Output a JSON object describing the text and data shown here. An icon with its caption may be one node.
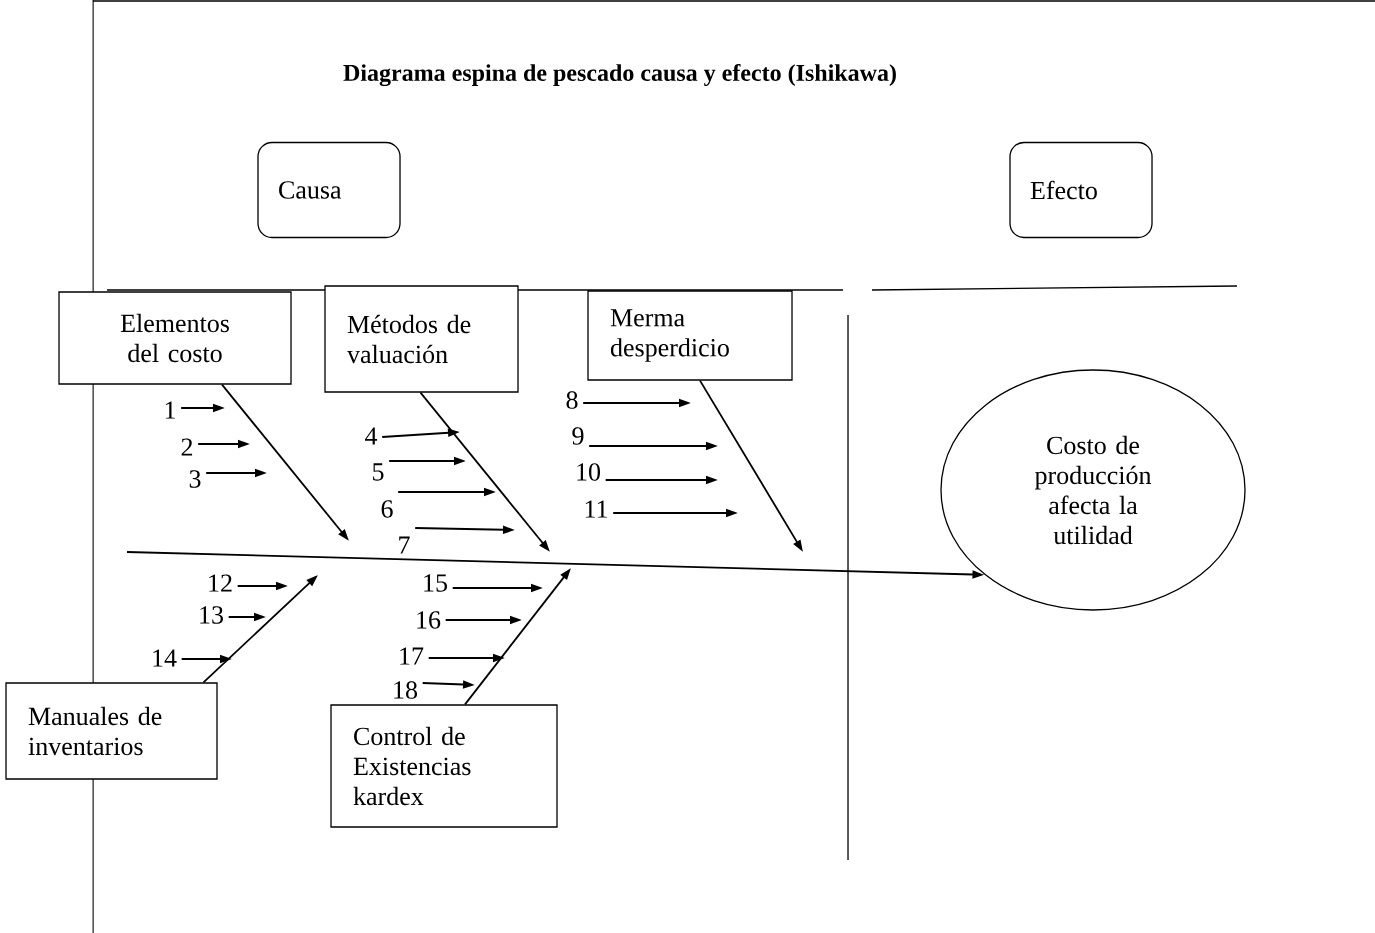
{
  "diagram": {
    "title": "Diagrama espina de pescado  causa y efecto (Ishikawa)",
    "nodes": [
      {
        "text": [
          "Causa"
        ]
      },
      {
        "text": [
          "Efecto"
        ]
      },
      {
        "text": [
          "Elementos del costo"
        ]
      },
      {
        "text": [
          "Métodos de valuación"
        ]
      },
      {
        "text": [
          "Merma desperdicio"
        ]
      },
      {
        "text": [
          "Costo de producción afecta la utilidad"
        ]
      },
      {
        "text": [
          "Manuales de inventarios"
        ]
      },
      {
        "text": [
          "Control de Existencias kardex"
        ]
      },
      {
        "text": [
          "1"
        ]
      },
      {
        "text": [
          "2"
        ]
      },
      {
        "text": [
          "3"
        ]
      },
      {
        "text": [
          "4"
        ]
      },
      {
        "text": [
          "5"
        ]
      },
      {
        "text": [
          "6"
        ]
      },
      {
        "text": [
          "7"
        ]
      },
      {
        "text": [
          "8"
        ]
      },
      {
        "text": [
          "9"
        ]
      },
      {
        "text": [
          "10"
        ]
      },
      {
        "text": [
          "11"
        ]
      },
      {
        "text": [
          "12"
        ]
      },
      {
        "text": [
          "13"
        ]
      },
      {
        "text": [
          "14"
        ]
      },
      {
        "text": [
          "15"
        ]
      },
      {
        "text": [
          "16"
        ]
      },
      {
        "text": [
          "17"
        ]
      },
      {
        "text": [
          "18"
        ]
      }
    ],
    "edges": [
      {
        "from": null,
        "to": 5,
        "arrow": "to"
      },
      {
        "from": 2,
        "to": null,
        "arrow": "to"
      },
      {
        "from": 3,
        "to": null,
        "arrow": "to"
      },
      {
        "from": 4,
        "to": null,
        "arrow": "to"
      },
      {
        "from": 6,
        "to": null,
        "arrow": "to"
      },
      {
        "from": 7,
        "to": null,
        "arrow": "to"
      },
      {
        "from": 8,
        "to": null,
        "arrow": "to"
      },
      {
        "from": 9,
        "to": null,
        "arrow": "to"
      },
      {
        "from": 10,
        "to": null,
        "arrow": "to"
      },
      {
        "from": 11,
        "to": null,
        "arrow": "to"
      },
      {
        "from": 12,
        "to": null,
        "arrow": "to"
      },
      {
        "from": 13,
        "to": null,
        "arrow": "to"
      },
      {
        "from": 14,
        "to": null,
        "arrow": "to"
      },
      {
        "from": 15,
        "to": null,
        "arrow": "to"
      },
      {
        "from": 16,
        "to": null,
        "arrow": "to"
      },
      {
        "from": 17,
        "to": null,
        "arrow": "to"
      },
      {
        "from": 18,
        "to": null,
        "arrow": "to"
      },
      {
        "from": 19,
        "to": null,
        "arrow": "to"
      },
      {
        "from": 20,
        "to": null,
        "arrow": "to"
      },
      {
        "from": 21,
        "to": null,
        "arrow": "to"
      },
      {
        "from": 22,
        "to": null,
        "arrow": "to"
      },
      {
        "from": 23,
        "to": null,
        "arrow": "to"
      },
      {
        "from": 24,
        "to": null,
        "arrow": "to"
      },
      {
        "from": 25,
        "to": null,
        "arrow": "to"
      }
    ]
  }
}
